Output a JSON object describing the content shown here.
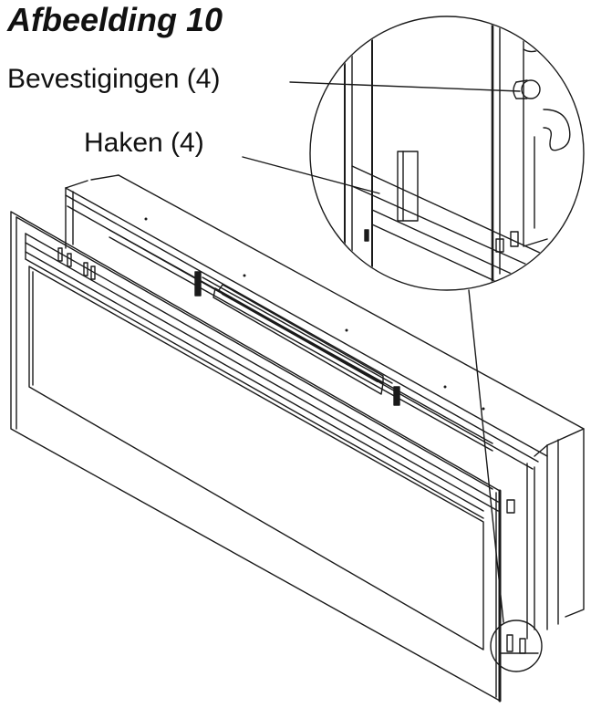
{
  "figure": {
    "title": "Afbeelding 10",
    "callouts": {
      "bevestigingen": "Bevestigingen (4)",
      "haken": "Haken (4)"
    }
  },
  "colors": {
    "line": "#1a1a1a",
    "background": "#ffffff"
  }
}
